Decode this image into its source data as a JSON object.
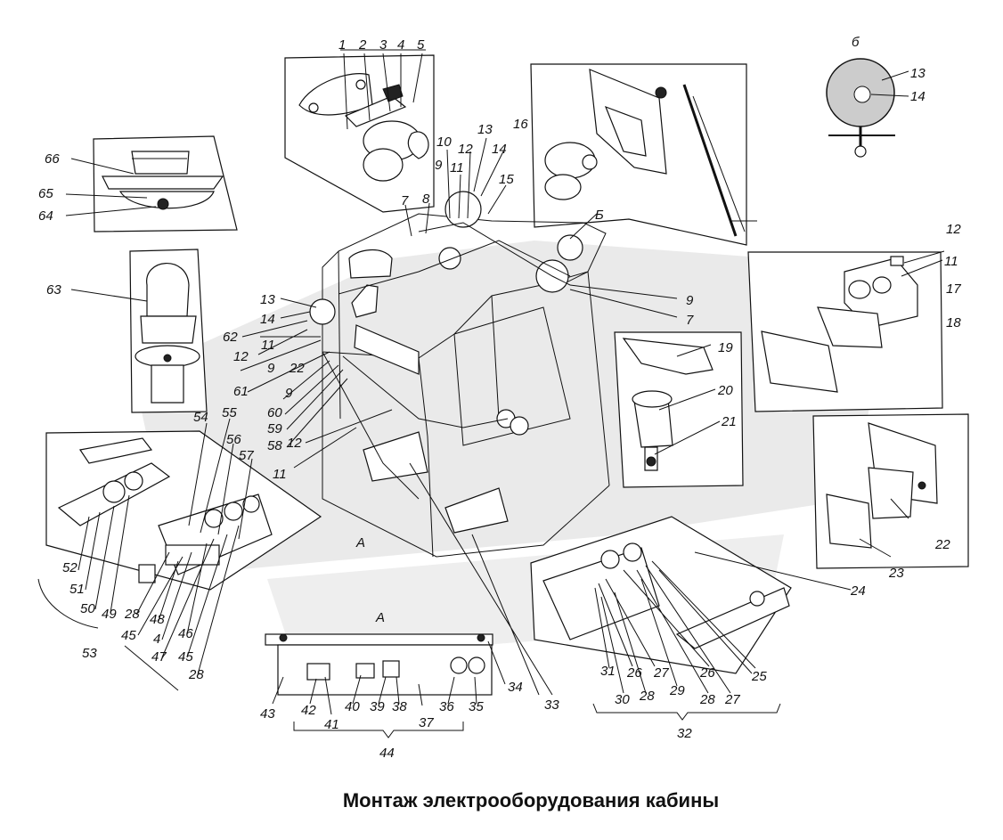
{
  "title": "Монтаж электрооборудования кабины",
  "view_labels": {
    "b_top": "б",
    "b_mid": "Б",
    "a": "А",
    "a_small": "А"
  },
  "labels": {
    "n1": "1",
    "n2": "2",
    "n3": "3",
    "n4": "4",
    "n5": "5",
    "n7a": "7",
    "n8": "8",
    "n9a": "9",
    "n10": "10",
    "n11a": "11",
    "n12a": "12",
    "n13a": "13",
    "n14a": "14",
    "n15": "15",
    "n16": "16",
    "n13b": "13",
    "n14b": "14",
    "n66": "66",
    "n65": "65",
    "n64": "64",
    "n12b": "12",
    "n11b": "11",
    "n17": "17",
    "n18": "18",
    "n9b": "9",
    "n7b": "7",
    "n63": "63",
    "n13c": "13",
    "n14c": "14",
    "n62": "62",
    "n11c": "11",
    "n12c": "12",
    "n9c": "9",
    "n22a": "22",
    "n61": "61",
    "n9d": "9",
    "n60": "60",
    "n59": "59",
    "n58": "58",
    "n12d": "12",
    "n11d": "11",
    "n54": "54",
    "n55": "55",
    "n56": "56",
    "n57": "57",
    "n19": "19",
    "n20": "20",
    "n21": "21",
    "n22b": "22",
    "n23": "23",
    "n24": "24",
    "n25": "25",
    "n52": "52",
    "n51": "51",
    "n50": "50",
    "n49": "49",
    "n28a": "28",
    "n48": "48",
    "n45a": "45",
    "n4b": "4",
    "n46": "46",
    "n47": "47",
    "n45b": "45",
    "n28b": "28",
    "n53": "53",
    "n43": "43",
    "n42": "42",
    "n41": "41",
    "n40": "40",
    "n39": "39",
    "n38": "38",
    "n37": "37",
    "n36": "36",
    "n35": "35",
    "n34": "34",
    "n33": "33",
    "n44": "44",
    "n31": "31",
    "n26a": "26",
    "n27a": "27",
    "n26b": "26",
    "n30": "30",
    "n28c": "28",
    "n29": "29",
    "n28d": "28",
    "n27b": "27",
    "n32": "32"
  }
}
